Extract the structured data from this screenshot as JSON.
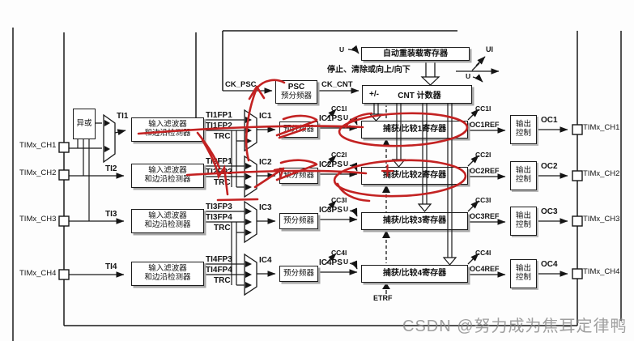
{
  "watermark": "CSDN @努力成为焦耳定律鸭",
  "top": {
    "u": "U",
    "auto_reload": "自动重装载寄存器",
    "ui": "UI",
    "stop_note": "停止、清除或向上/向下",
    "u2": "U",
    "ck_psc": "CK_PSC",
    "psc_title": "PSC",
    "psc_sub": "预分频器",
    "ck_cnt": "CK_CNT",
    "cnt_sign": "+/-",
    "cnt_label": "CNT 计数器"
  },
  "xor_label": "异或",
  "etrf_label": "ETRF",
  "annotation_color": "#c32222",
  "channels": [
    {
      "pin_in": "TIMx_CH1",
      "ti": "TI1",
      "filter1": "输入滤波器",
      "filter2": "和边沿检测器",
      "fp1": "TI1FP1",
      "fp2": "TI1FP2",
      "trc": "TRC",
      "ic": "IC1",
      "prescaler": "预分频器",
      "icps": "IC1PS",
      "u": "U",
      "cci_left": "CC1I",
      "cci_right": "CC1I",
      "ccr": "捕获/比较1寄存器",
      "ocref": "OC1REF",
      "out1": "输出",
      "out2": "控制",
      "oc": "OC1",
      "pin_out": "TIMx_CH1"
    },
    {
      "pin_in": "TIMx_CH2",
      "ti": "TI2",
      "filter1": "输入滤波器",
      "filter2": "和边沿检测器",
      "fp1": "TI2FP1",
      "fp2": "TI2FP2",
      "trc": "TRC",
      "ic": "IC2",
      "prescaler": "预分频器",
      "icps": "IC2PS",
      "u": "U",
      "cci_left": "CC2I",
      "cci_right": "CC2I",
      "ccr": "捕获/比较2寄存器",
      "ocref": "OC2REF",
      "out1": "输出",
      "out2": "控制",
      "oc": "OC2",
      "pin_out": "TIMx_CH2"
    },
    {
      "pin_in": "TIMx_CH3",
      "ti": "TI3",
      "filter1": "输入滤波器",
      "filter2": "和边沿检测器",
      "fp1": "TI3FP3",
      "fp2": "TI3FP4",
      "trc": "TRC",
      "ic": "IC3",
      "prescaler": "预分频器",
      "icps": "IC3PS",
      "u": "U",
      "cci_left": "CC3I",
      "cci_right": "CC3I",
      "ccr": "捕获/比较3寄存器",
      "ocref": "OC3REF",
      "out1": "输出",
      "out2": "控制",
      "oc": "OC3",
      "pin_out": "TIMx_CH3"
    },
    {
      "pin_in": "TIMx_CH4",
      "ti": "TI4",
      "filter1": "输入滤波器",
      "filter2": "和边沿检测器",
      "fp1": "TI4FP3",
      "fp2": "TI4FP4",
      "trc": "TRC",
      "ic": "IC4",
      "prescaler": "预分频器",
      "icps": "IC4PS",
      "u": "U",
      "cci_left": "CC4I",
      "cci_right": "CC4I",
      "ccr": "捕获/比较4寄存器",
      "ocref": "OC4REF",
      "out1": "输出",
      "out2": "控制",
      "oc": "OC4",
      "pin_out": "TIMx_CH4"
    }
  ]
}
